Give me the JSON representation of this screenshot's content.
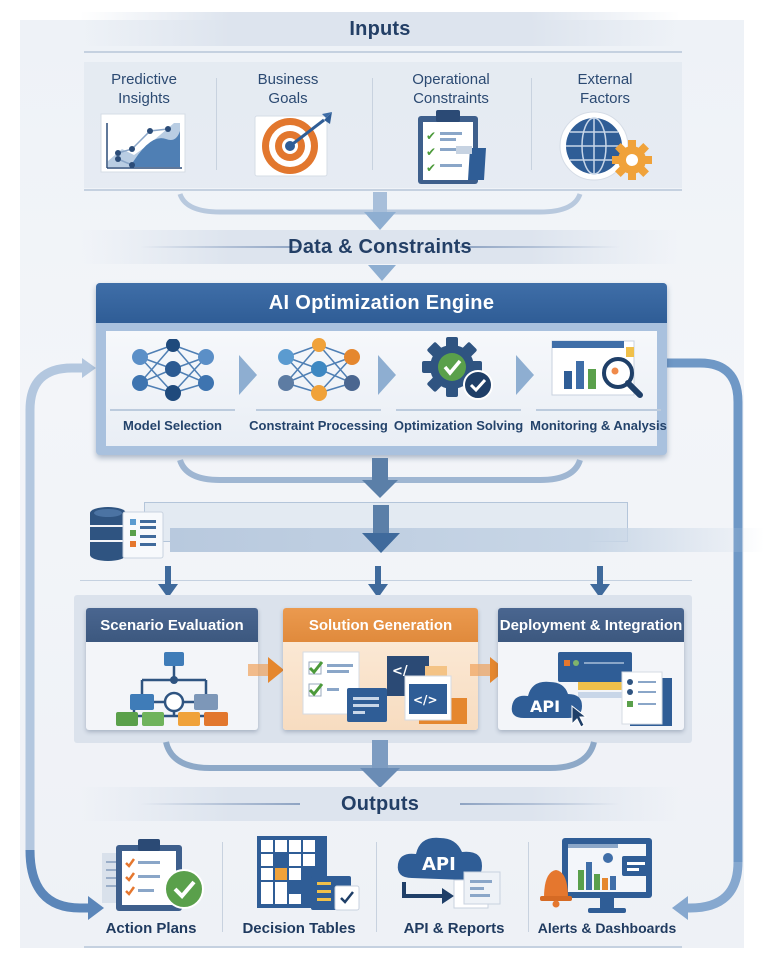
{
  "inputs": {
    "title": "Inputs",
    "items": [
      {
        "label_line1": "Predictive",
        "label_line2": "Insights",
        "icon": "line-chart-icon"
      },
      {
        "label_line1": "Business",
        "label_line2": "Goals",
        "icon": "target-icon"
      },
      {
        "label_line1": "Operational",
        "label_line2": "Constraints",
        "icon": "clipboard-checklist-icon"
      },
      {
        "label_line1": "External",
        "label_line2": "Factors",
        "icon": "globe-gear-icon"
      }
    ]
  },
  "data_constraints": {
    "title": "Data & Constraints"
  },
  "engine": {
    "title": "AI Optimization Engine",
    "steps": [
      {
        "label": "Model Selection",
        "icon": "neural-network-icon"
      },
      {
        "label": "Constraint Processing",
        "icon": "neural-network-colored-icon"
      },
      {
        "label": "Optimization Solving",
        "icon": "gear-check-icon"
      },
      {
        "label": "Monitoring & Analysis",
        "icon": "chart-magnifier-icon"
      }
    ]
  },
  "data_store": {
    "icon": "database-list-icon"
  },
  "stages": [
    {
      "title": "Scenario Evaluation",
      "icon": "flowchart-icon",
      "accent": "#3c587f"
    },
    {
      "title": "Solution Generation",
      "icon": "code-documents-icon",
      "accent": "#e08a3c"
    },
    {
      "title": "Deployment & Integration",
      "icon": "api-cloud-icon",
      "accent": "#3c587f"
    }
  ],
  "outputs": {
    "title": "Outputs",
    "items": [
      {
        "label": "Action Plans",
        "icon": "clipboard-check-icon"
      },
      {
        "label": "Decision Tables",
        "icon": "table-grid-icon"
      },
      {
        "label": "API & Reports",
        "icon": "api-report-icon"
      },
      {
        "label": "Alerts & Dashboards",
        "icon": "bell-dashboard-icon"
      }
    ]
  },
  "colors": {
    "primary": "#2f5d96",
    "navy": "#1f3a5f",
    "accent_orange": "#e08a3c",
    "green": "#5a9e4b",
    "light_blue": "#a9c1de"
  }
}
